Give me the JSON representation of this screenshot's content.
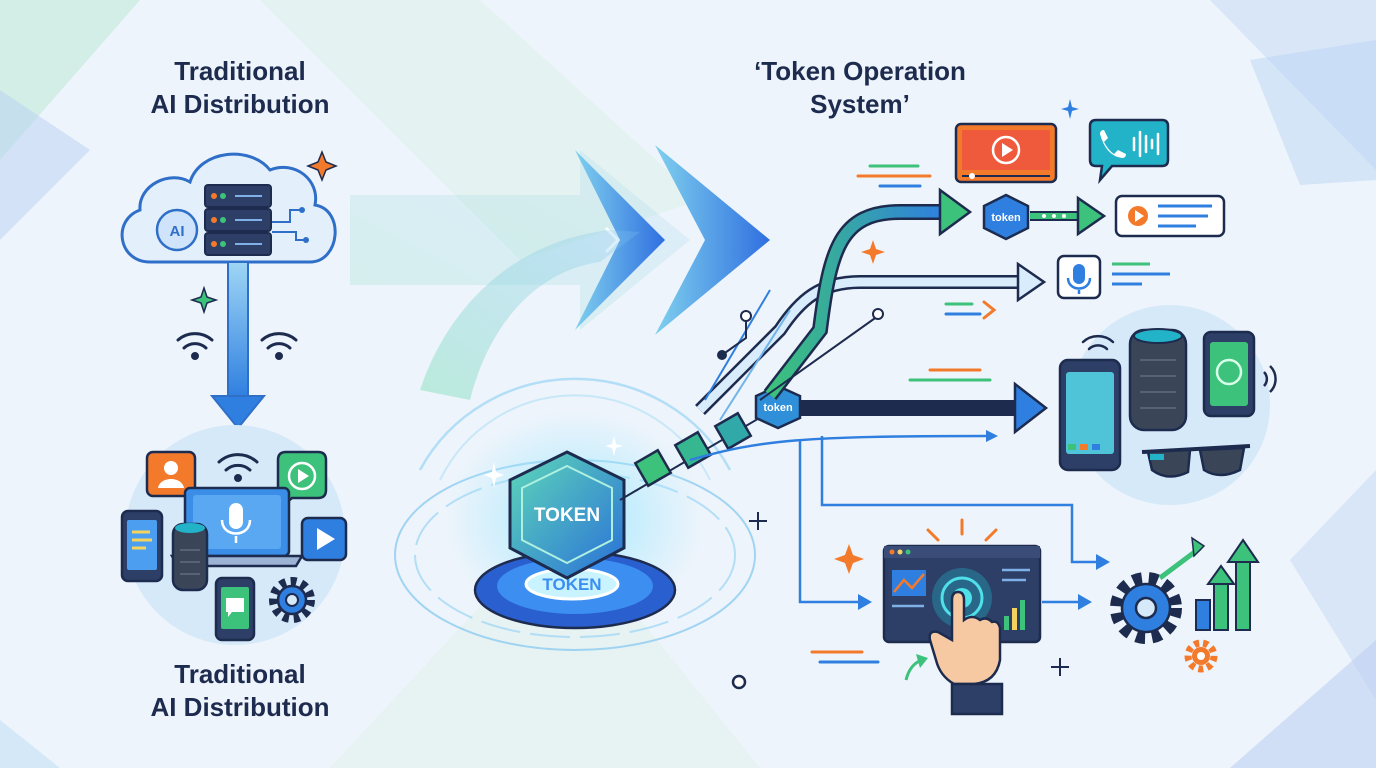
{
  "titles": {
    "left_top_line1": "Traditional",
    "left_top_line2": "AI Distribution",
    "left_bottom_line1": "Traditional",
    "left_bottom_line2": "AI Distribution",
    "right_line1": "‘Token Operation",
    "right_line2": "System’"
  },
  "labels": {
    "cloud_ai": "AI",
    "main_token": "TOKEN",
    "portal_token": "TOKEN",
    "chain_token": "token",
    "route_token": "token"
  },
  "colors": {
    "navy": "#1d2b4f",
    "blue": "#2f7fe0",
    "green": "#3cc27a",
    "orange": "#f47a2b",
    "teal": "#23b3c8"
  },
  "icons": [
    "cloud-server-icon",
    "sparkle-icon",
    "wifi-icon",
    "arrow-down-icon",
    "user-card-icon",
    "laptop-mic-icon",
    "play-bubble-icon",
    "phone-icon",
    "smart-speaker-icon",
    "gear-icon",
    "big-arrow-icon",
    "token-hexagon-icon",
    "video-player-icon",
    "phone-call-icon",
    "media-card-icon",
    "mic-card-icon",
    "smartphone-icon",
    "speaker-icon",
    "tablet-icon",
    "smart-glasses-icon",
    "dashboard-tap-icon",
    "growth-chart-icon"
  ]
}
